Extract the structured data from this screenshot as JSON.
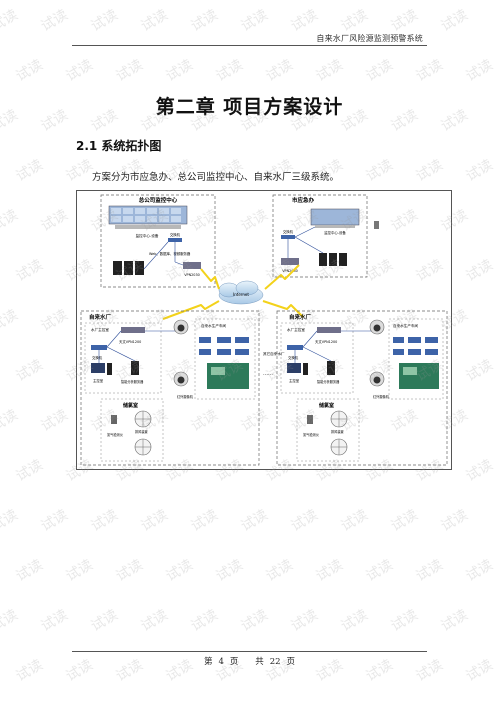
{
  "header": {
    "title": "自来水厂风险源监测预警系统"
  },
  "chapter": {
    "title": "第二章  项目方案设计"
  },
  "section": {
    "heading": "2.1 系统拓扑图"
  },
  "paragraph": {
    "text": "方案分为市应急办、总公司监控中心、自来水厂三级系统。"
  },
  "figure": {
    "hq": {
      "title": "总公司监控中心",
      "center_label": "监控中心-设备",
      "switch_label": "交换机",
      "servers_label": "Web、数据库、视频服务器",
      "vpn_label": "VPN2030"
    },
    "city": {
      "title": "市应急办",
      "center_label": "监控中心-设备",
      "switch_label": "交换机",
      "vpn_label": "VPN2030"
    },
    "internet_label": "Internet",
    "plant_left": {
      "title": "自来水厂",
      "duty_room": "水厂主控室",
      "vpn_label": "天文VPN1200",
      "switch_label": "交换机",
      "pc_label": "主控室",
      "server_label": "智能分析服务器",
      "workshop_title": "自来水生产车间",
      "camera_label": "红外摄像机",
      "chlorine_room": "储氯室",
      "chlorine_sensor": "氯气检测仪",
      "fan_label": "排风装置"
    },
    "plant_right": {
      "title": "自来水厂",
      "duty_room": "水厂主控室",
      "vpn_label": "天文VPN1200",
      "switch_label": "交换机",
      "pc_label": "主控室",
      "server_label": "智能分析服务器",
      "workshop_title": "自来水生产车间",
      "camera_label": "红外摄像机",
      "chlorine_room": "储氯室",
      "chlorine_sensor": "氯气检测仪",
      "fan_label": "排风装置"
    },
    "middle_label": "其它自来水厂",
    "ellipsis": "……"
  },
  "footer": {
    "page_prefix": "第",
    "page_number": "4",
    "page_unit": "页",
    "total_prefix": "共",
    "total_pages": "22",
    "total_unit": "页"
  },
  "watermark": {
    "text": "试读"
  },
  "colors": {
    "device_blue": "#3d63a8",
    "lightning": "#f3d21a",
    "vpn_grey": "#6f6f8a",
    "screen_green": "#2d7a5a"
  }
}
